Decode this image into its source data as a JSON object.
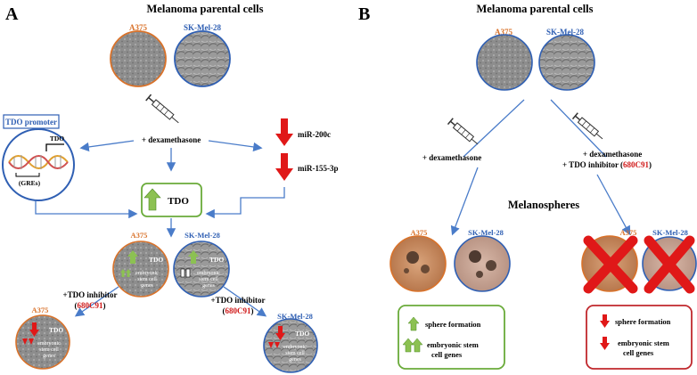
{
  "panelA": {
    "letter": "A",
    "title": "Melanoma parental cells",
    "cell_a375": "A375",
    "cell_skmel": "SK-Mel-28",
    "dexamethasone": "+ dexamethasone",
    "tdo_promoter": "TDO promoter",
    "promoter_tdo": "TDO",
    "gres": "(GREs)",
    "mir200c": "miR-200c",
    "mir155": "miR-155-3p",
    "tdo_box": "TDO",
    "mid_a375": "A375",
    "mid_skmel": "SK-Mel-28",
    "circle_tdo": "TDO",
    "circle_esc_line1": "embryonic",
    "circle_esc_line2": "stem cell",
    "circle_esc_line3": "genes",
    "inhibitor_label": "+TDO inhibitor",
    "inhibitor_code": "680C91",
    "bottom_a375": "A375",
    "bottom_skmel": "SK-Mel-28"
  },
  "panelB": {
    "letter": "B",
    "title": "Melanoma parental cells",
    "cell_a375": "A375",
    "cell_skmel": "SK-Mel-28",
    "dexamethasone": "+ dexamethasone",
    "dex_plus_line1": "+ dexamethasone",
    "dex_plus_line2": "+ TDO inhibitor (",
    "dex_plus_code": "680C91",
    "dex_plus_close": ")",
    "melanospheres": "Melanospheres",
    "left_a375": "A375",
    "left_skmel": "SK-Mel-28",
    "right_a375": "A375",
    "right_skmel": "SK-Mel-28",
    "green_box": {
      "sphere": "sphere formation",
      "esc_line1": "embryonic stem",
      "esc_line2": "cell genes"
    },
    "red_box": {
      "sphere": "sphere formation",
      "esc_line1": "embryonic stem",
      "esc_line2": "cell genes"
    }
  },
  "colors": {
    "a375": "#d9722a",
    "skmel": "#2f5fb3",
    "arrow_blue": "#4a7cc9",
    "green": "#6aab3a",
    "red": "#e01818",
    "inhibitor": "#d01818"
  }
}
